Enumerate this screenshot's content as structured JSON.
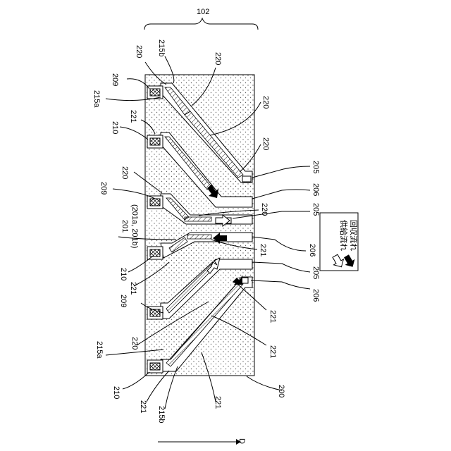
{
  "figure": {
    "group_label": "102",
    "substrate_label": "200",
    "direction_label": "D",
    "legend": {
      "supply_label": "供給流れ",
      "recovery_label": "回収流れ"
    },
    "labels": {
      "l_209_top": "209",
      "l_220_top_a": "220",
      "l_215b_top": "215b",
      "l_220_top_b": "220",
      "l_215a_top": "215a",
      "l_220_right_a": "220",
      "l_221_top": "221",
      "l_210_top": "210",
      "l_220_right_b": "220",
      "l_205_a": "205",
      "l_220_mid": "220",
      "l_209_mid": "209",
      "l_206_a": "206",
      "l_220_mid_b": "220",
      "l_205_b": "205",
      "l_201": "201",
      "l_201ab": "(201a, 201b)",
      "l_221_mid_a": "221",
      "l_206_b": "206",
      "l_210_mid": "210",
      "l_205_c": "205",
      "l_221_mid_b": "221",
      "l_209_low": "209",
      "l_206_c": "206",
      "l_221_low_a": "221",
      "l_220_low": "220",
      "l_215a_low": "215a",
      "l_221_low_b": "221",
      "l_210_low": "210",
      "l_221_low_c": "221",
      "l_215b_low": "215b",
      "l_221_low_d": "221"
    }
  }
}
